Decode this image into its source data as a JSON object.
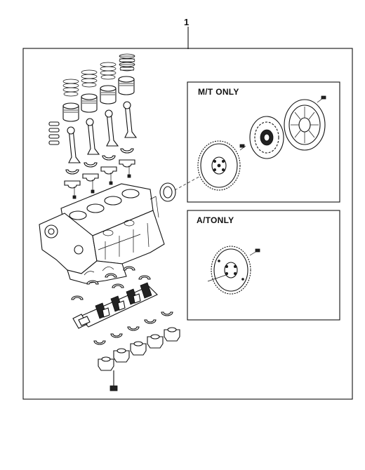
{
  "diagram": {
    "callout_number": "1",
    "panels": {
      "manual": {
        "title": "M/T ONLY"
      },
      "automatic": {
        "title": "A/TONLY"
      }
    }
  }
}
